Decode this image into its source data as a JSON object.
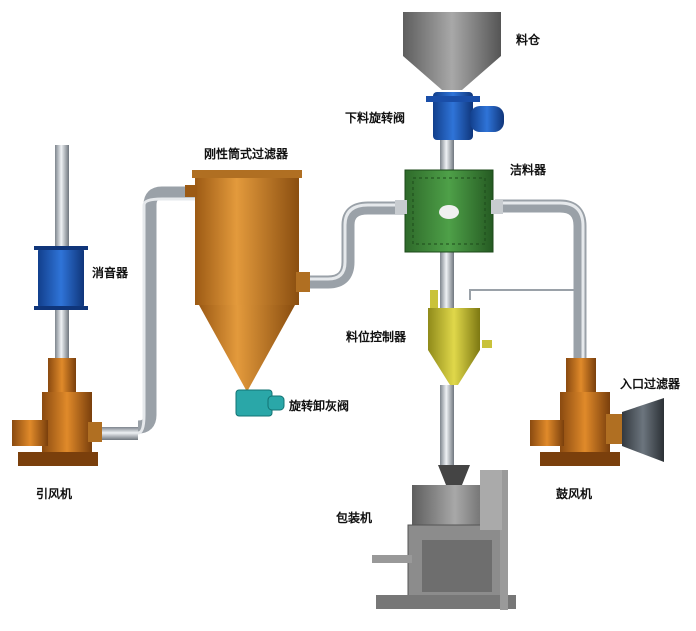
{
  "labels": {
    "hopper": "料仓",
    "feed_valve": "下料旋转阀",
    "filter": "刚性筒式过滤器",
    "cleaner": "洁料器",
    "silencer": "消音器",
    "level_controller": "料位控制器",
    "discharge_valve": "旋转卸灰阀",
    "inlet_filter": "入口过滤器",
    "induced_fan": "引风机",
    "blower": "鼓风机",
    "packer": "包装机"
  },
  "colors": {
    "pipe": "#b9bfc6",
    "filter_body": "#c9852e",
    "cleaner_body": "#3f8a3a",
    "valve_blue": "#1f5fbf",
    "level_body": "#c9c23a",
    "fan_orange": "#d87f1e",
    "hopper_gray": "#8a8a8a",
    "discharge_teal": "#2aa7a8"
  }
}
